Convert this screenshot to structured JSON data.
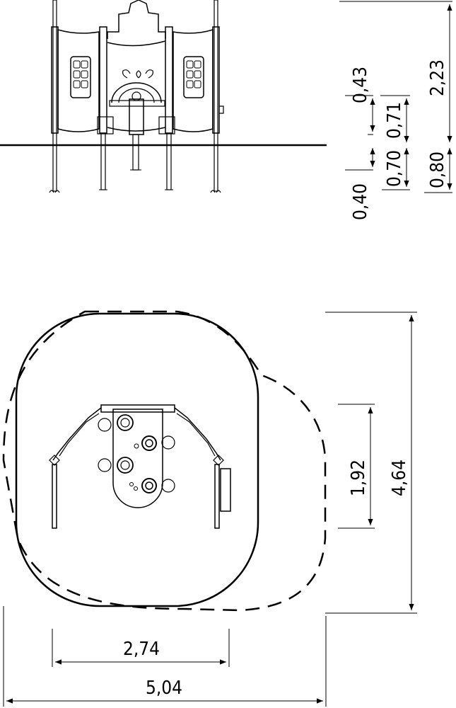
{
  "elevation_dimensions": {
    "top_h1": "0,43",
    "top_h2": "0,71",
    "total_height": "2,23",
    "depth_a": "0,70",
    "depth_b": "0,80",
    "depth_c": "0,40"
  },
  "plan_dimensions": {
    "inner_length": "1,92",
    "total_length": "4,64",
    "inner_width": "2,74",
    "total_width": "5,04"
  },
  "colors": {
    "line": "#000000",
    "background": "#ffffff"
  }
}
